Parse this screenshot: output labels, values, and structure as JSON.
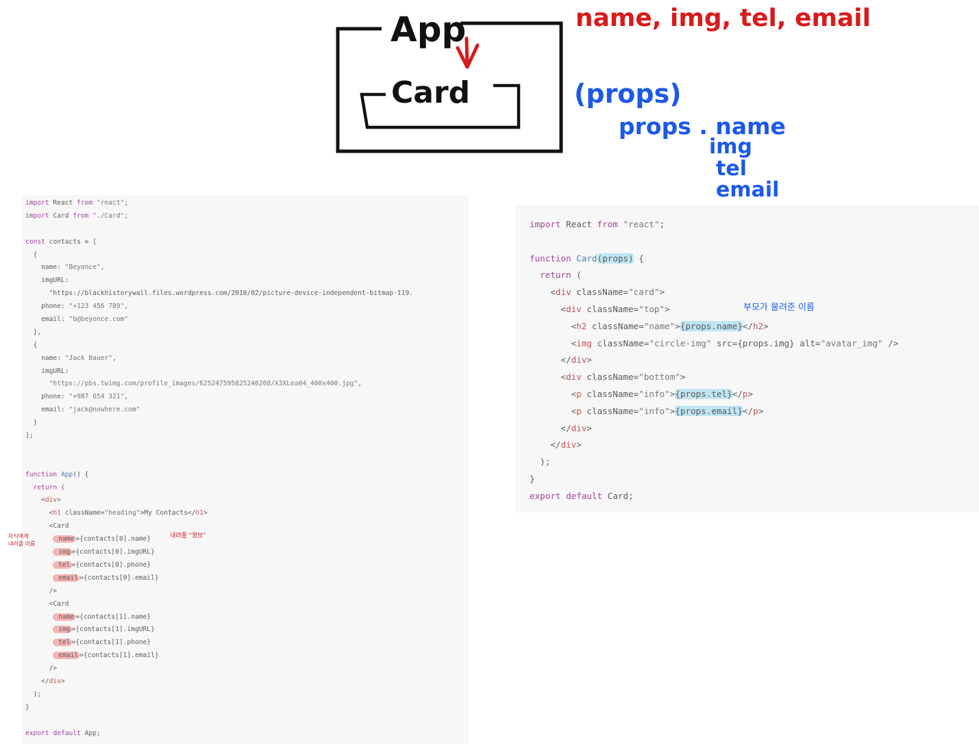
{
  "diagram": {
    "app_label": "App",
    "card_label": "Card",
    "fields_label": "name, img, tel, email",
    "props_label": "(props)",
    "props_access": "props . name",
    "props_fields": [
      "img",
      "tel",
      "email"
    ],
    "colors": {
      "ink": "#111111",
      "red": "#d81b1b",
      "blue": "#1b59e8"
    }
  },
  "left_code": {
    "lines": [
      "import React from \"react\";",
      "import Card from \"./Card\";",
      "",
      "const contacts = [",
      "  {",
      "    name: \"Beyonce\",",
      "    imgURL:",
      "      \"https://blackhistorywall.files.wordpress.com/2010/02/picture-device-independent-bitmap-119.",
      "    phone: \"+123 456 789\",",
      "    email: \"b@beyonce.com\"",
      "  },",
      "  {",
      "    name: \"Jack Bauer\",",
      "    imgURL:",
      "      \"https://pbs.twimg.com/profile_images/625247595825246208/X3XLea04_400x400.jpg\",",
      "    phone: \"+987 654 321\",",
      "    email: \"jack@nowhere.com\"",
      "  }",
      "];",
      "",
      "",
      "function App() {",
      "  return (",
      "    <div>",
      "      <h1 className=\"heading\">My Contacts</h1>",
      "      <Card",
      "        name={contacts[0].name}",
      "        img={contacts[0].imgURL}",
      "        tel={contacts[0].phone}",
      "        email={contacts[0].email}",
      "      />",
      "      <Card",
      "        name={contacts[1].name}",
      "        img={contacts[1].imgURL}",
      "        tel={contacts[1].phone}",
      "        email={contacts[1].email}",
      "      />",
      "    </div>",
      "  );",
      "}",
      "",
      "export default App;"
    ],
    "note_child": "자식에게\n내려줄 이름",
    "note_info": "내려줄 \"정보\""
  },
  "right_code": {
    "lines": [
      "import React from \"react\";",
      "",
      "function Card(props) {",
      "  return (",
      "    <div className=\"card\">",
      "      <div className=\"top\">",
      "        <h2 className=\"name\">{props.name}</h2>",
      "        <img className=\"circle-img\" src={props.img} alt=\"avatar_img\" />",
      "      </div>",
      "      <div className=\"bottom\">",
      "        <p className=\"info\">{props.tel}</p>",
      "        <p className=\"info\">{props.email}</p>",
      "      </div>",
      "    </div>",
      "  );",
      "}",
      "export default Card;"
    ],
    "note_parent": "부모가 물려준 이름"
  }
}
